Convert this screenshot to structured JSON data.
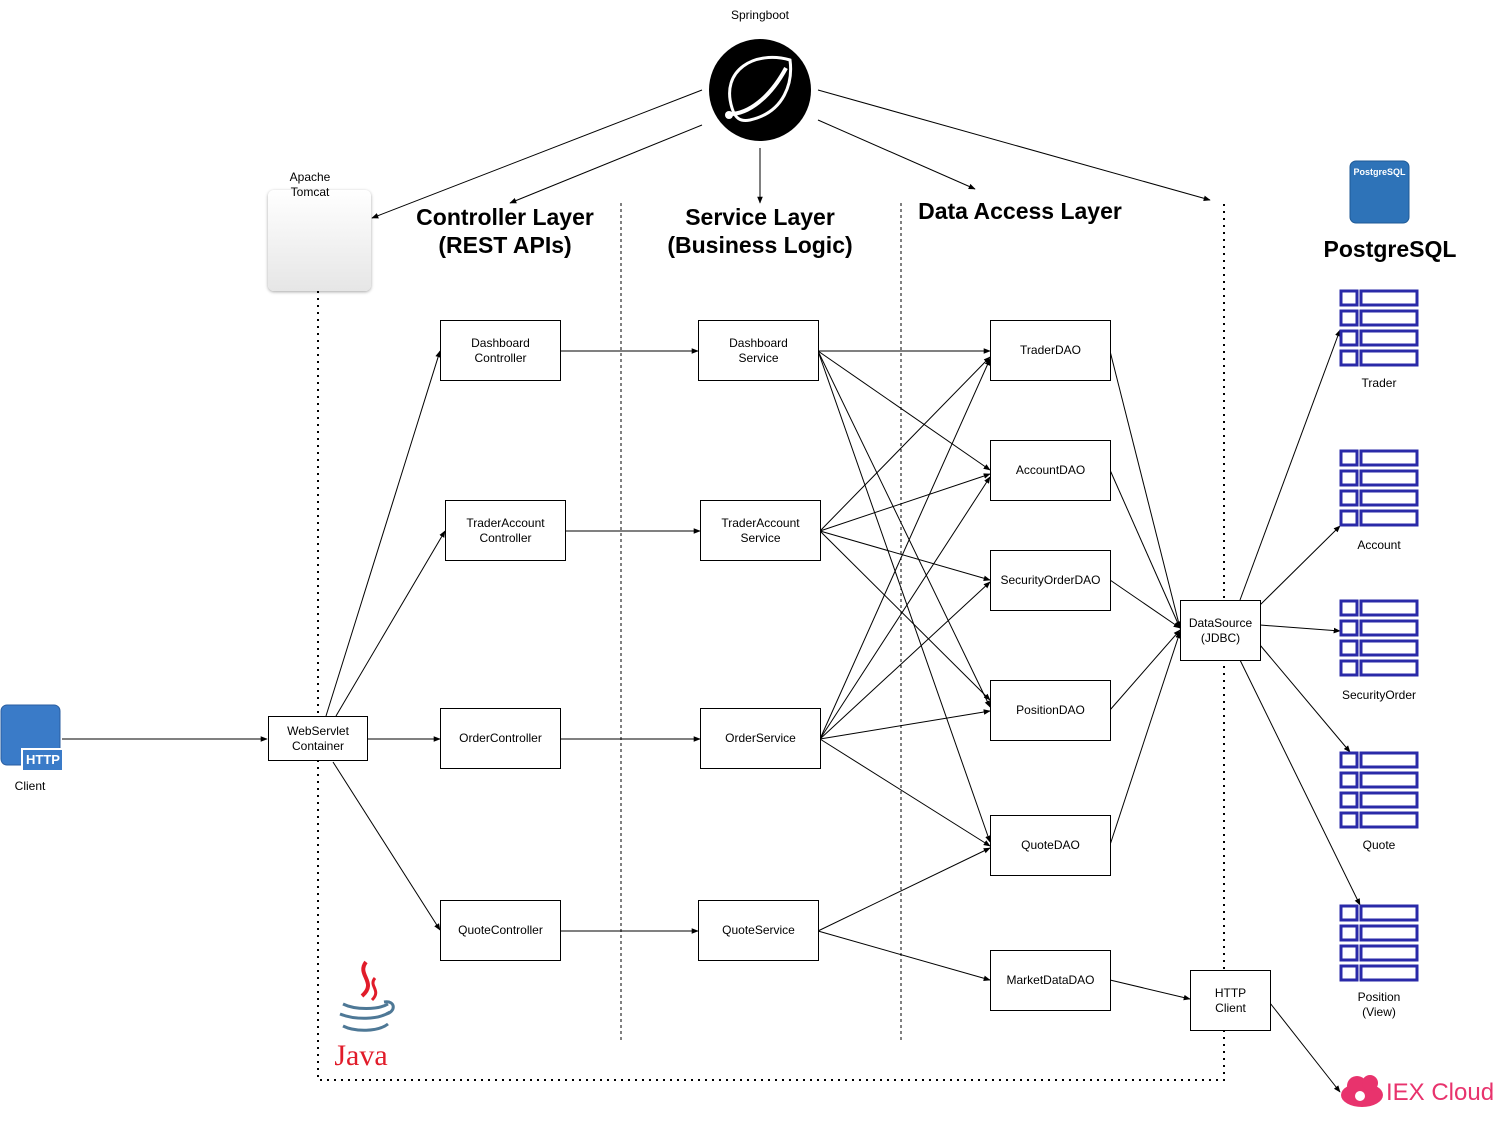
{
  "springboot": {
    "label": "Springboot"
  },
  "tomcat": {
    "label": "Apache\nTomcat"
  },
  "client": {
    "label": "Client",
    "badge": "HTTP"
  },
  "layers": {
    "controller": "Controller Layer\n(REST APIs)",
    "service": "Service Layer\n(Business Logic)",
    "dao": "Data Access Layer"
  },
  "nodes": {
    "webservlet": "WebServlet\nContainer",
    "dashboard_controller": "Dashboard\nController",
    "traderaccount_controller": "TraderAccount\nController",
    "order_controller": "OrderController",
    "quote_controller": "QuoteController",
    "dashboard_service": "Dashboard\nService",
    "traderaccount_service": "TraderAccount\nService",
    "order_service": "OrderService",
    "quote_service": "QuoteService",
    "trader_dao": "TraderDAO",
    "account_dao": "AccountDAO",
    "securityorder_dao": "SecurityOrderDAO",
    "position_dao": "PositionDAO",
    "quote_dao": "QuoteDAO",
    "marketdata_dao": "MarketDataDAO",
    "datasource": "DataSource\n(JDBC)",
    "http_client": "HTTP\nClient"
  },
  "postgres": {
    "title": "PostgreSQL",
    "badge": "PostgreSQL"
  },
  "tables": {
    "trader": "Trader",
    "account": "Account",
    "securityorder": "SecurityOrder",
    "quote": "Quote",
    "position": "Position\n(View)"
  },
  "java": {
    "label": "Java"
  },
  "iex": {
    "label": "IEX Cloud"
  },
  "colors": {
    "client_blue": "#3a7bc8",
    "postgres_blue": "#2e73b8",
    "table_blue": "#2a2aa8",
    "java_red": "#e11c2a",
    "java_blue": "#4e7896",
    "iex_pink": "#e8336d"
  }
}
